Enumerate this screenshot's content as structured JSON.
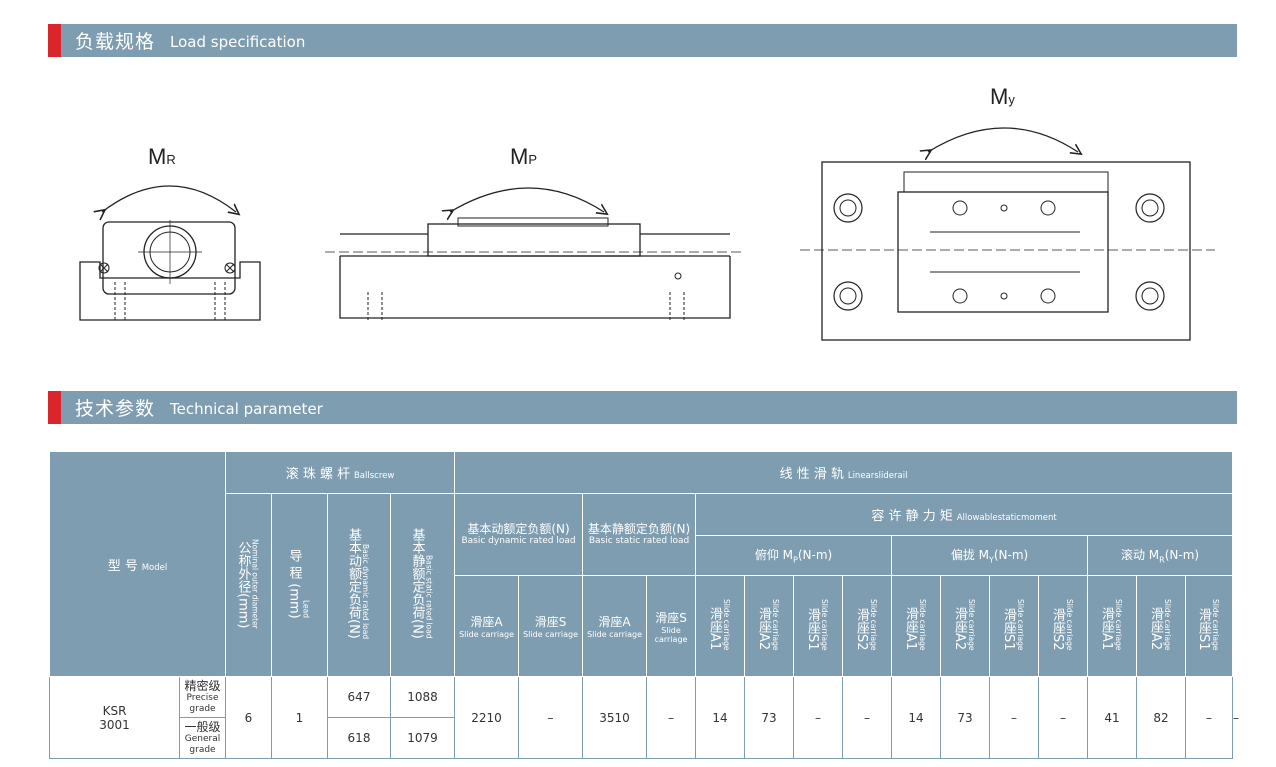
{
  "section1": {
    "zh": "负载规格",
    "en": "Load specification"
  },
  "section2": {
    "zh": "技术参数",
    "en": "Technical parameter"
  },
  "diagrams": {
    "mr_main": "M",
    "mr_sub": "R",
    "mp_main": "M",
    "mp_sub": "P",
    "my_main": "M",
    "my_sub": "y"
  },
  "colors": {
    "accent": "#d9262b",
    "header": "#7f9db0"
  },
  "table": {
    "model_header": "型 号",
    "model_header_en": "Model",
    "ballscrew_zh": "滚 珠 螺 杆",
    "ballscrew_en": "Ballscrew",
    "rail_zh": "线 性 滑 轨",
    "rail_en": "Linearsliderail",
    "od_zh": "公称外径(mm)",
    "od_en": "Nominal outer diameter",
    "lead_zh": "导 程 (mm)",
    "lead_en": "Lead",
    "bdyn_zh": "基本动额定负荷(N)",
    "bdyn_en": "Basic dynamic rated load",
    "bsta_zh": "基本静额定负荷(N)",
    "bsta_en": "Basic static rated load",
    "rdyn_zh": "基本动额定负额(N)",
    "rdyn_en": "Basic dynamic rated load",
    "rsta_zh": "基本静额定负额(N)",
    "rsta_en": "Basic static rated load",
    "allow_zh": "容 许 静 力 矩",
    "allow_en": "Allowablestaticmoment",
    "pitch_zh": "俯仰 M",
    "pitch_sub": "P",
    "yaw_zh": "偏拢 M",
    "yaw_sub": "Y",
    "roll_zh": "滚动 M",
    "roll_sub": "R",
    "unit": "(N-m)",
    "slideA_zh": "滑座A",
    "slideS_zh": "滑座S",
    "slide_en": "Slide carriage",
    "slide_v_zh": "滑座",
    "cols": [
      "A1",
      "A2",
      "S1",
      "S2"
    ],
    "model_l1": "KSR",
    "model_l2": "3001",
    "precise_zh": "精密级",
    "precise_en": "Precise grade",
    "general_zh": "一般级",
    "general_en": "General grade",
    "od": "6",
    "lead": "1",
    "dyn_precise": "647",
    "sta_precise": "1088",
    "dyn_general": "618",
    "sta_general": "1079",
    "rail_dyn_A": "2210",
    "rail_dyn_S": "–",
    "rail_sta_A": "3510",
    "rail_sta_S": "–",
    "mp": [
      "14",
      "73",
      "–",
      "–"
    ],
    "my": [
      "14",
      "73",
      "–",
      "–"
    ],
    "mr": [
      "41",
      "82",
      "–",
      "–"
    ]
  }
}
